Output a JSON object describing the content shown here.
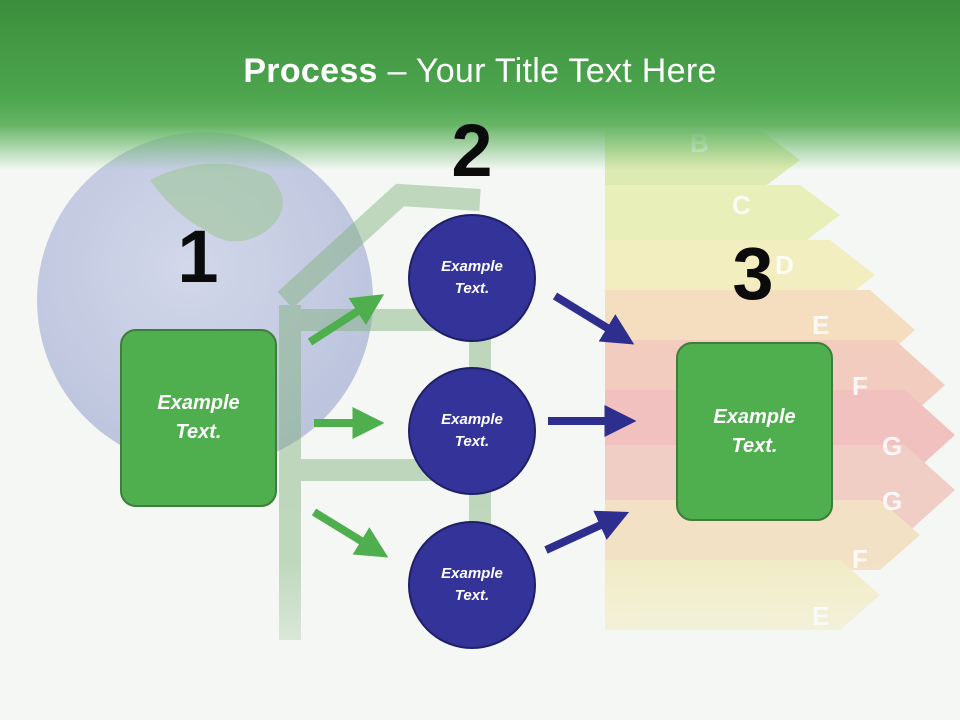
{
  "title": {
    "bold": "Process",
    "rest": " – Your Title Text Here"
  },
  "steps": {
    "one": "1",
    "two": "2",
    "three": "3"
  },
  "left_box": {
    "line1": "Example",
    "line2": "Text."
  },
  "circles": [
    {
      "line1": "Example",
      "line2": "Text."
    },
    {
      "line1": "Example",
      "line2": "Text."
    },
    {
      "line1": "Example",
      "line2": "Text."
    }
  ],
  "right_box": {
    "line1": "Example",
    "line2": "Text."
  },
  "background_labels": [
    "B",
    "C",
    "D",
    "E",
    "F",
    "G",
    "G",
    "F",
    "E"
  ],
  "colors": {
    "header_green": "#4ea64f",
    "box_green": "#4fae4d",
    "circle_blue": "#333399",
    "arrow_green": "#4fae4d",
    "arrow_blue": "#2e2e8f"
  }
}
